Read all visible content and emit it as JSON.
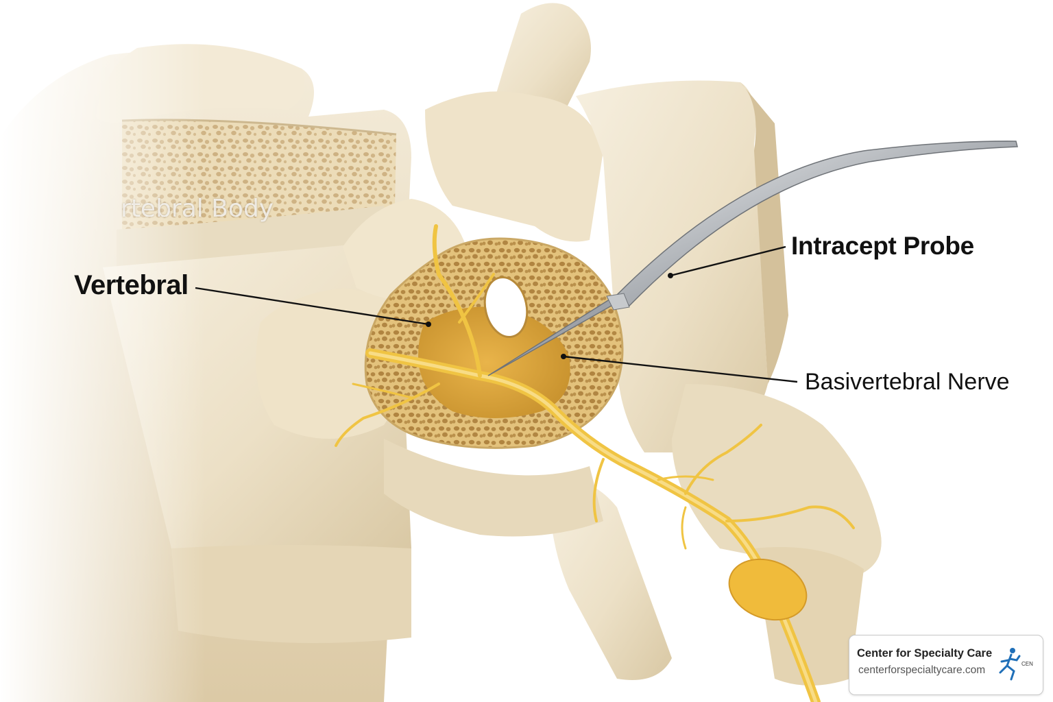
{
  "labels": {
    "vertebral": "Vertebral",
    "intracept_probe": "Intracept Probe",
    "basivertebral_nerve": "Basivertebral Nerve",
    "vertebral_body_faded": "rtebral Body"
  },
  "branding": {
    "name": "Center for Specialty Care",
    "url": "centerforspecialtycare.com",
    "logo_text": "CEN"
  },
  "colors": {
    "bone": "#efe4cd",
    "bone_shadow": "#d8c7a3",
    "cancellous": "#d8b468",
    "nerve": "#f2c64a",
    "probe": "#b9bcc0",
    "logo_blue": "#1f6fb8"
  }
}
